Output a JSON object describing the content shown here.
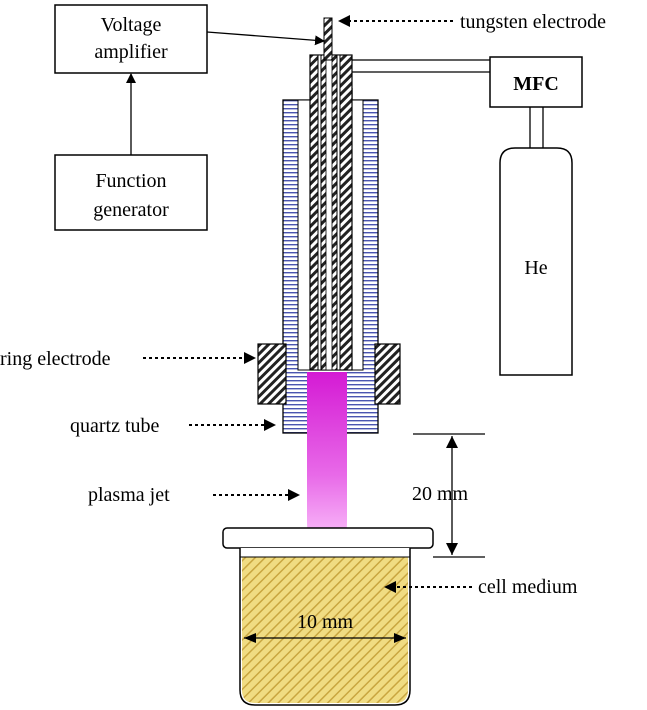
{
  "boxes": {
    "amplifier": {
      "line1": "Voltage",
      "line2": "amplifier"
    },
    "generator": {
      "line1": "Function",
      "line2": "generator"
    },
    "mfc": "MFC",
    "gas": "He"
  },
  "labels": {
    "tungsten": "tungsten electrode",
    "ring": "ring electrode",
    "quartz": "quartz tube",
    "plasma": "plasma jet",
    "cell": "cell medium",
    "gap": "20 mm",
    "width": "10 mm"
  },
  "colors": {
    "plasma_top": "#d41ad4",
    "plasma_bottom": "#ffd6ff",
    "quartz_stripe": "#4a55b0",
    "medium": "#f0dc82",
    "medium_hatch": "#c9a640"
  }
}
